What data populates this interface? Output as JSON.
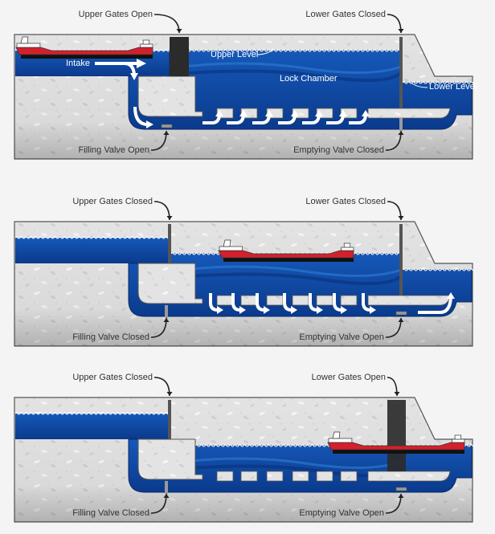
{
  "title": "Navigation lock operation stages",
  "colors": {
    "background": "#f4f4f4",
    "concrete": "#e2e2e2",
    "concrete_dark": "#c9c9c9",
    "outline": "#555555",
    "water_dark": "#0a3a8a",
    "water": "#0d4aa8",
    "water_light": "#1e6fd0",
    "gate": "#2b2b2b",
    "gate_thin": "#555555",
    "ship_hull": "#d3202c",
    "ship_deck": "#ffffff",
    "ship_shadow": "#111111",
    "arrow": "#ffffff",
    "label": "#333333"
  },
  "panels": [
    {
      "stage": "filling",
      "upper_gates": "Upper Gates Open",
      "lower_gates": "Lower Gates Closed",
      "filling_valve": "Filling Valve Open",
      "emptying_valve": "Emptying Valve Closed",
      "inner_labels": {
        "intake": "Intake",
        "upper_level": "Upper Level",
        "chamber": "Lock Chamber",
        "lower_level": "Lower Level"
      },
      "chamber_level": "upper",
      "ship_position": "upper-pool",
      "flow": "up"
    },
    {
      "stage": "emptying",
      "upper_gates": "Upper Gates Closed",
      "lower_gates": "Lower Gates Closed",
      "filling_valve": "Filling Valve Closed",
      "emptying_valve": "Emptying Valve Open",
      "chamber_level": "middle",
      "ship_position": "chamber",
      "flow": "down"
    },
    {
      "stage": "exit",
      "upper_gates": "Upper Gates Closed",
      "lower_gates": "Lower Gates Open",
      "filling_valve": "Filling Valve Closed",
      "emptying_valve": "Emptying Valve Open",
      "chamber_level": "lower",
      "ship_position": "lower-gate",
      "flow": "none"
    }
  ]
}
